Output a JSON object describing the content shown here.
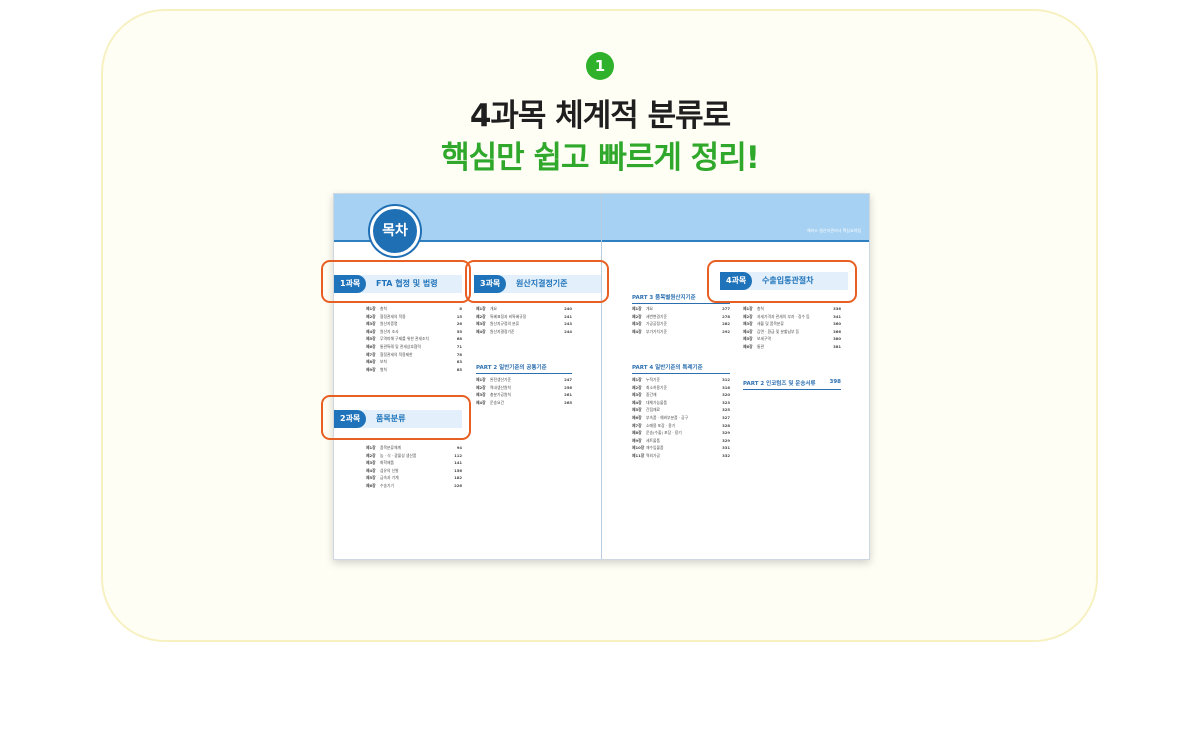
{
  "step": "1",
  "headline": {
    "line1": "4과목 체계적 분류로",
    "line2": "핵심만 쉽고 빠르게 정리!"
  },
  "colors": {
    "green": "#2fa82b",
    "blue": "#1f73ba",
    "highlight": "#e85f24",
    "band": "#a6d1f2"
  },
  "book": {
    "toc_label": "목차",
    "running_title": "해커스 원산지관리사 핵심요약집",
    "subject1": {
      "tag": "1과목",
      "title": "FTA 협정 및 법령",
      "rows": [
        {
          "ch": "제1장",
          "name": "총칙",
          "page": "8"
        },
        {
          "ch": "제2장",
          "name": "협정관세의 적용",
          "page": "15"
        },
        {
          "ch": "제3장",
          "name": "원산지증명",
          "page": "26"
        },
        {
          "ch": "제4장",
          "name": "원산지 조사",
          "page": "55"
        },
        {
          "ch": "제5장",
          "name": "무역피해 구제를 위한 관세조치",
          "page": "68"
        },
        {
          "ch": "제6장",
          "name": "통관특례 및 관세상호협력",
          "page": "71"
        },
        {
          "ch": "제7장",
          "name": "협정관세의 적용제한",
          "page": "78"
        },
        {
          "ch": "제8장",
          "name": "보칙",
          "page": "83"
        },
        {
          "ch": "제9장",
          "name": "벌칙",
          "page": "85"
        }
      ]
    },
    "subject2": {
      "tag": "2과목",
      "title": "품목분류",
      "rows": [
        {
          "ch": "제1장",
          "name": "품목분류체계",
          "page": "94"
        },
        {
          "ch": "제2장",
          "name": "농 · 식 · 광물성 생산품",
          "page": "112"
        },
        {
          "ch": "제3장",
          "name": "화학제품",
          "page": "141"
        },
        {
          "ch": "제4장",
          "name": "섬유의 신발",
          "page": "156"
        },
        {
          "ch": "제5장",
          "name": "금속과 기계",
          "page": "182"
        },
        {
          "ch": "제6장",
          "name": "수송기기",
          "page": "226"
        }
      ]
    },
    "subject3": {
      "tag": "3과목",
      "title": "원산지결정기준",
      "rows": [
        {
          "ch": "제1장",
          "name": "개요",
          "page": "240"
        },
        {
          "ch": "제2장",
          "name": "특혜표정과 비특혜규정",
          "page": "241"
        },
        {
          "ch": "제3장",
          "name": "원산지규정의 분류",
          "page": "243"
        },
        {
          "ch": "제4장",
          "name": "원산지결정기준",
          "page": "244"
        }
      ],
      "part2": {
        "label": "PART 2  일반기준의 공통기준",
        "rows": [
          {
            "ch": "제1장",
            "name": "완전생산기준",
            "page": "247"
          },
          {
            "ch": "제2장",
            "name": "역내생산원칙",
            "page": "256"
          },
          {
            "ch": "제3장",
            "name": "충분가공원칙",
            "page": "261"
          },
          {
            "ch": "제4장",
            "name": "운송요건",
            "page": "265"
          }
        ]
      },
      "part3": {
        "label": "PART 3  품목별원산지기준",
        "rows": [
          {
            "ch": "제1장",
            "name": "개요",
            "page": "277"
          },
          {
            "ch": "제2장",
            "name": "세번변경기준",
            "page": "278"
          },
          {
            "ch": "제3장",
            "name": "가공공정기준",
            "page": "282"
          },
          {
            "ch": "제4장",
            "name": "부가가치기준",
            "page": "292"
          }
        ]
      },
      "part4": {
        "label": "PART 4  일반기준의 특례기준",
        "rows": [
          {
            "ch": "제1장",
            "name": "누적기준",
            "page": "312"
          },
          {
            "ch": "제2장",
            "name": "최소허용기준",
            "page": "316"
          },
          {
            "ch": "제3장",
            "name": "중간재",
            "page": "320"
          },
          {
            "ch": "제4장",
            "name": "대체가능물품",
            "page": "323"
          },
          {
            "ch": "제5장",
            "name": "간접재료",
            "page": "325"
          },
          {
            "ch": "제6장",
            "name": "부속품 · 예비부분품 · 공구",
            "page": "327"
          },
          {
            "ch": "제7장",
            "name": "소매용 포장 · 용기",
            "page": "328"
          },
          {
            "ch": "제8장",
            "name": "운송(수출) 포장 · 용기",
            "page": "329"
          },
          {
            "ch": "제9장",
            "name": "세트물품",
            "page": "329"
          },
          {
            "ch": "제10장",
            "name": "재수입물품",
            "page": "331"
          },
          {
            "ch": "제11장",
            "name": "역외가공",
            "page": "332"
          }
        ]
      }
    },
    "subject4": {
      "tag": "4과목",
      "title": "수출입통관절차",
      "rows": [
        {
          "ch": "제1장",
          "name": "총칙",
          "page": "336"
        },
        {
          "ch": "제2장",
          "name": "과세가격과 관세의 부과 · 징수 등",
          "page": "341"
        },
        {
          "ch": "제3장",
          "name": "세율 및 품목분류",
          "page": "360"
        },
        {
          "ch": "제4장",
          "name": "감면 · 환급 및 분할납부 등",
          "page": "366"
        },
        {
          "ch": "제5장",
          "name": "보세구역",
          "page": "380"
        },
        {
          "ch": "제6장",
          "name": "통관",
          "page": "381"
        }
      ],
      "part2": {
        "label": "PART 2  인코텀즈 및 운송서류",
        "page": "398"
      }
    }
  }
}
